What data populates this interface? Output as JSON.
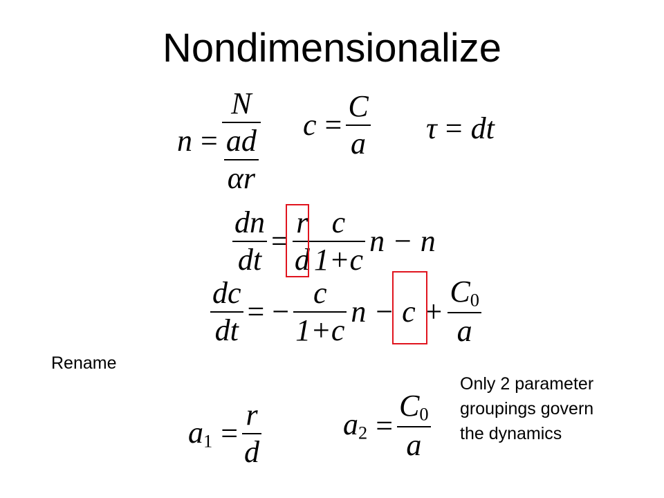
{
  "slide": {
    "title": "Nondimensionalize",
    "rename_label": "Rename",
    "note_lines": [
      "Only 2 parameter",
      "groupings govern",
      "the dynamics"
    ]
  },
  "equations": {
    "n_def": {
      "lhs": "n",
      "eq": "=",
      "num": "N",
      "inner_num": "ad",
      "inner_den": "αr"
    },
    "c_def": {
      "lhs": "c",
      "eq": "=",
      "num": "C",
      "den": "a"
    },
    "tau_def": {
      "lhs": "τ",
      "eq": "=",
      "rhs": "dt"
    },
    "dn_dt": {
      "lhs_num": "dn",
      "lhs_den": "dt",
      "eq": "=",
      "f1_num": "r",
      "f1_den": "d",
      "f2_num": "c",
      "f2_den": "1+c",
      "tail": "n − n"
    },
    "dc_dt": {
      "lhs_num": "dc",
      "lhs_den": "dt",
      "eq": "= −",
      "f1_num": "c",
      "f1_den": "1+c",
      "mid": "n − c +",
      "f2_num": "C",
      "f2_sub": "0",
      "f2_den": "a"
    },
    "a1_def": {
      "lhs": "a",
      "lhs_sub": "1",
      "eq": "=",
      "num": "r",
      "den": "d"
    },
    "a2_def": {
      "lhs": "a",
      "lhs_sub": "2",
      "eq": "=",
      "num": "C",
      "num_sub": "0",
      "den": "a"
    }
  },
  "colors": {
    "highlight": "#e0141e"
  }
}
